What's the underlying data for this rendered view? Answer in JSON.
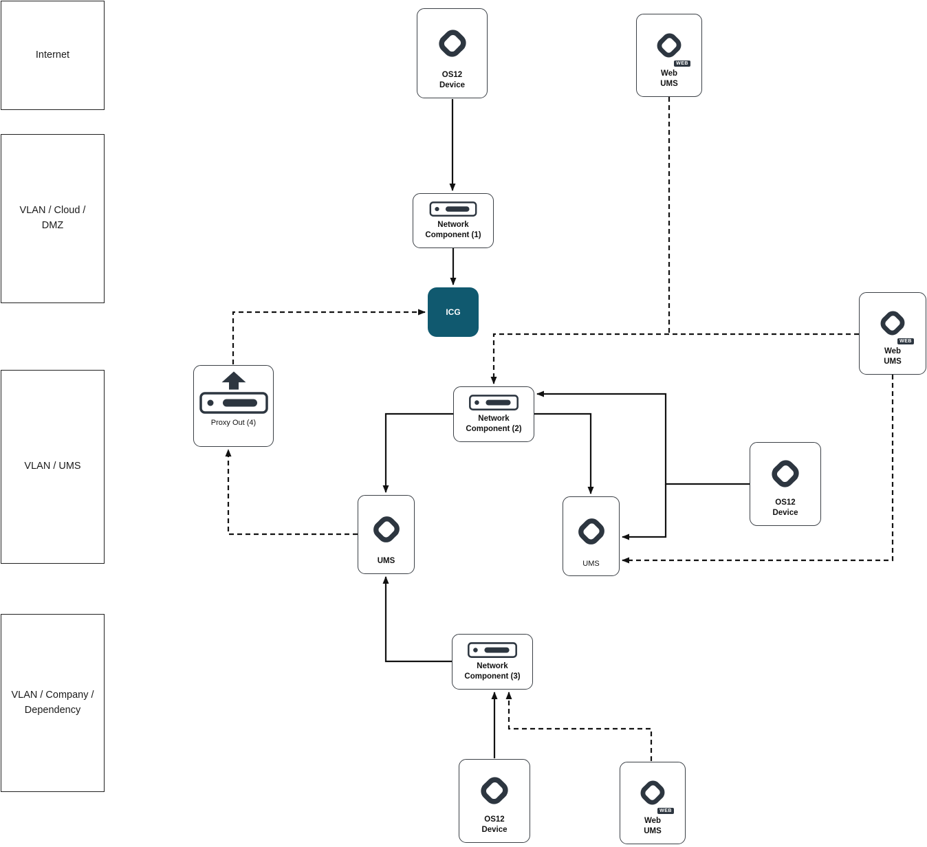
{
  "colors": {
    "icon": "#2d3640",
    "line": "#111111",
    "icg_background": "#10596f",
    "icg_text": "#ffffff"
  },
  "badges": {
    "web": "WEB"
  },
  "zones": [
    {
      "label": "Internet"
    },
    {
      "label": "VLAN / Cloud /\nDMZ"
    },
    {
      "label": "VLAN / UMS"
    },
    {
      "label": "VLAN / Company /\nDependency"
    }
  ],
  "nodes": {
    "os12_top": {
      "label": "OS12\nDevice",
      "type": "os12-device"
    },
    "web_ums_top": {
      "label": "Web\nUMS",
      "type": "web-ums"
    },
    "nc1": {
      "label": "Network\nComponent (1)",
      "type": "network-component"
    },
    "icg": {
      "label": "ICG",
      "type": "icg"
    },
    "proxy_out": {
      "label": "Proxy Out (4)",
      "type": "proxy"
    },
    "nc2": {
      "label": "Network\nComponent (2)",
      "type": "network-component"
    },
    "web_ums_right": {
      "label": "Web\nUMS",
      "type": "web-ums"
    },
    "os12_right": {
      "label": "OS12\nDevice",
      "type": "os12-device"
    },
    "ums_left": {
      "label": "UMS",
      "type": "ums"
    },
    "ums_right": {
      "label": "UMS",
      "type": "ums"
    },
    "nc3": {
      "label": "Network\nComponent (3)",
      "type": "network-component"
    },
    "os12_bottom": {
      "label": "OS12\nDevice",
      "type": "os12-device"
    },
    "web_ums_bottom": {
      "label": "Web\nUMS",
      "type": "web-ums"
    }
  },
  "edges": [
    {
      "id": "os12-top_nc1",
      "from": "os12-device-top",
      "to": "network-component-1",
      "style": "solid",
      "arrow": true
    },
    {
      "id": "nc1_icg",
      "from": "network-component-1",
      "to": "icg",
      "style": "solid",
      "arrow": true
    },
    {
      "id": "nc2_ums-left",
      "from": "network-component-2",
      "to": "ums-left",
      "style": "solid",
      "arrow": true
    },
    {
      "id": "nc2_ums-right",
      "from": "network-component-2",
      "to": "ums-right",
      "style": "solid",
      "arrow": true
    },
    {
      "id": "os12-right_nc2",
      "from": "os12-device-right",
      "to": "network-component-2",
      "style": "solid",
      "arrow": true
    },
    {
      "id": "os12-right_ums-right",
      "from": "os12-device-right",
      "to": "ums-right",
      "style": "solid",
      "arrow": true
    },
    {
      "id": "os12-bottom_nc3",
      "from": "os12-device-bottom",
      "to": "network-component-3",
      "style": "solid",
      "arrow": true
    },
    {
      "id": "nc3_ums-left",
      "from": "network-component-3",
      "to": "ums-left",
      "style": "solid",
      "arrow": true
    },
    {
      "id": "proxy-out_icg",
      "from": "proxy-out",
      "to": "icg",
      "style": "dashed",
      "arrow": true
    },
    {
      "id": "web-ums-right_nc2",
      "from": "web-ums-right",
      "to": "network-component-2",
      "style": "dashed",
      "arrow": true
    },
    {
      "id": "web-ums-top_junction",
      "from": "web-ums-top",
      "to": "web-ums-right_nc2",
      "style": "dashed",
      "arrow": false
    },
    {
      "id": "ums-left_proxy-out",
      "from": "ums-left",
      "to": "proxy-out",
      "style": "dashed",
      "arrow": true
    },
    {
      "id": "web-ums-right_ums-right",
      "from": "web-ums-right",
      "to": "ums-right",
      "style": "dashed",
      "arrow": true
    },
    {
      "id": "web-ums-bottom_nc3",
      "from": "web-ums-bottom",
      "to": "network-component-3",
      "style": "dashed",
      "arrow": true
    }
  ]
}
